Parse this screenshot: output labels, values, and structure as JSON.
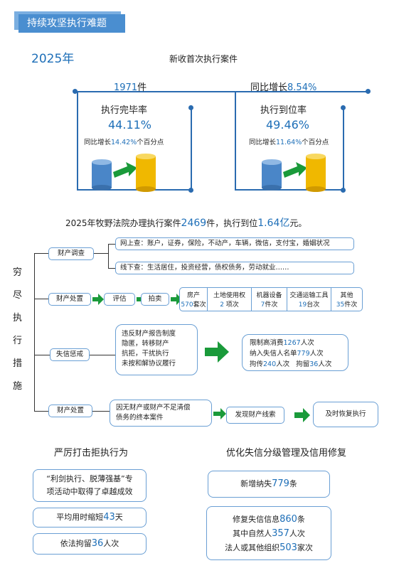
{
  "banner": "持续攻坚执行难题",
  "year": "2025年",
  "headline": "新收首次执行案件",
  "cases_count": "1971",
  "cases_unit": "件",
  "yoy_label": "同比增长",
  "yoy_value": "8.54%",
  "completion": {
    "title": "执行完毕率",
    "value": "44.11%",
    "note_pre": "同比增长",
    "note_val": "14.42%",
    "note_post": "个百分点"
  },
  "arrival": {
    "title": "执行到位率",
    "value": "49.46%",
    "note_pre": "同比增长",
    "note_val": "11.64%",
    "note_post": "个百分点"
  },
  "summary": {
    "pre": "2025年牧野法院办理执行案件",
    "cases": "2469",
    "mid": "件，执行到位",
    "amount": "1.64亿",
    "post": "元。"
  },
  "side_title": [
    "穷",
    "尽",
    "执",
    "行",
    "措",
    "施"
  ],
  "row1": {
    "label": "财产调查",
    "online": "网上查：账户，证券，保险，不动产，车辆，微信，支付宝，婚姻状况",
    "offline": "线下查：生活居住，投资经营，债权债务，劳动就业……"
  },
  "row2": {
    "label": "财产处置",
    "step1": "评估",
    "step2": "拍卖",
    "cols": [
      {
        "name": "房产",
        "val": "570",
        "unit": "套次"
      },
      {
        "name": "土地使用权",
        "val": "2",
        "unit": "项次"
      },
      {
        "name": "机器设备",
        "val": "7",
        "unit": "件次"
      },
      {
        "name": "交通运输工具",
        "val": "19",
        "unit": "台次"
      },
      {
        "name": "其他",
        "val": "35",
        "unit": "件次"
      }
    ]
  },
  "row3": {
    "label": "失信惩戒",
    "desc": "违反财产报告制度\n隐匿，转移财产\n抗拒，干扰执行\n未按和解协议履行",
    "r1_pre": "限制高消费",
    "r1_val": "1267",
    "r1_post": "人次",
    "r2_pre": "纳入失信人名单",
    "r2_val": "779",
    "r2_post": "人次",
    "r3_pre": "拘传",
    "r3_val": "240",
    "r3_mid": "人次   拘留",
    "r3_val2": "36",
    "r3_post": "人次"
  },
  "row4": {
    "label": "财产处置",
    "desc": "因无财产或财产不足清偿\n债务的终本案件",
    "step": "发现财产线索",
    "end": "及时恢复执行"
  },
  "left_section": {
    "title": "严厉打击拒执行为",
    "b1": "“利剑执行、脱薄强基”专\n项活动中取得了卓越成效",
    "b2_pre": "平均用时缩短",
    "b2_val": "43",
    "b2_post": "天",
    "b3_pre": "依法拘留",
    "b3_val": "36",
    "b3_post": "人次"
  },
  "right_section": {
    "title": "优化失信分级管理及信用修复",
    "b1_pre": "新增纳失",
    "b1_val": "779",
    "b1_post": "条",
    "b2_l1_pre": "修复失信信息",
    "b2_l1_val": "860",
    "b2_l1_post": "条",
    "b2_l2_pre": "其中自然人",
    "b2_l2_val": "357",
    "b2_l2_post": "人次",
    "b2_l3_pre": "法人或其他组织",
    "b2_l3_val": "503",
    "b2_l3_post": "家次"
  },
  "colors": {
    "accent": "#1e6fb8",
    "arrow": "#1a9a3a",
    "cyl_blue": "#4a86c8",
    "cyl_gold": "#f0b800"
  }
}
